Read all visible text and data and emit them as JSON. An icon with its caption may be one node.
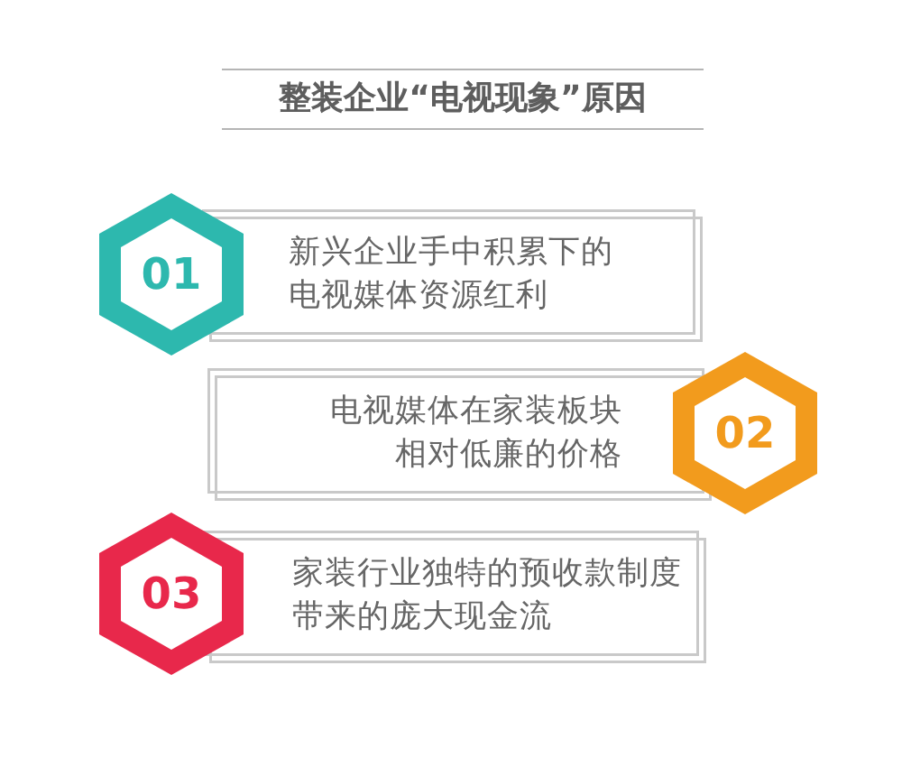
{
  "diagram": {
    "title": "整装企业“电视现象”原因",
    "nodes": [
      {
        "text": [
          "01"
        ]
      },
      {
        "text": [
          "新兴企业手中积累下的电视媒体资源红利"
        ]
      },
      {
        "text": [
          "电视媒体在家装板块相对低廉的价格"
        ]
      },
      {
        "text": [
          "02"
        ]
      },
      {
        "text": [
          "03"
        ]
      },
      {
        "text": [
          "家装行业独特的预收款制度带来的庞大现金流"
        ]
      }
    ]
  }
}
